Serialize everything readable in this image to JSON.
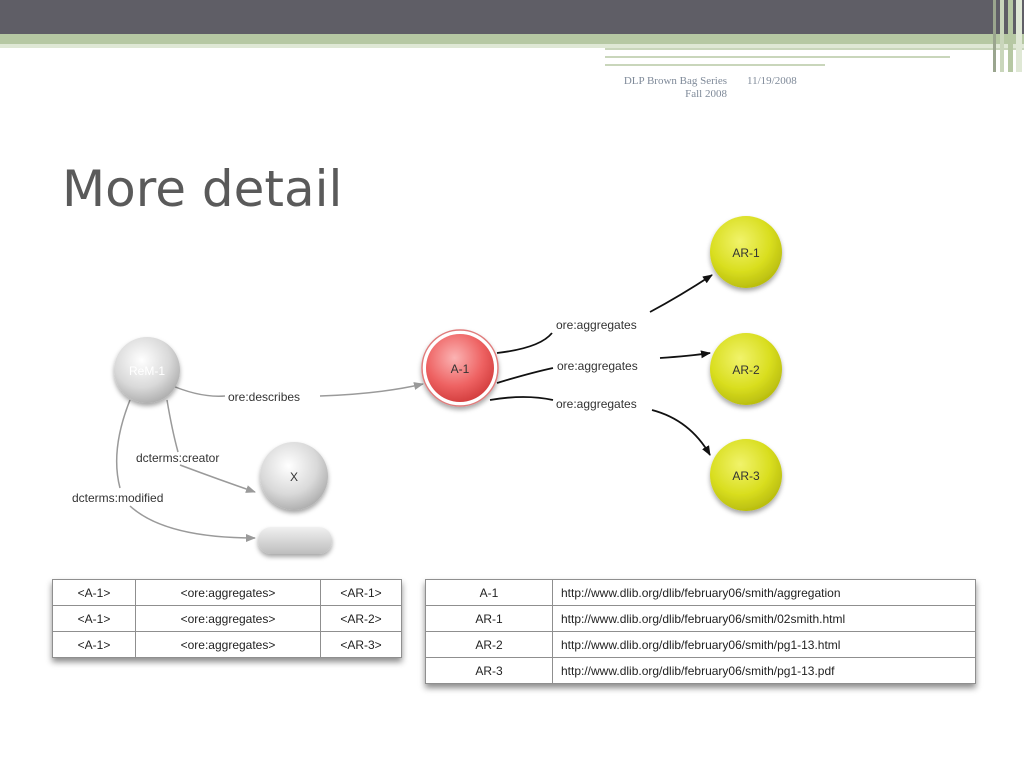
{
  "header": {
    "series": [
      "DLP Brown Bag Series",
      "Fall 2008"
    ],
    "date": "11/19/2008"
  },
  "title": "More detail",
  "diagram": {
    "nodes": {
      "rem": "ReM-1",
      "a1": "A-1",
      "ar1": "AR-1",
      "ar2": "AR-2",
      "ar3": "AR-3",
      "x": "X"
    },
    "edges": {
      "describes": "ore:describes",
      "creator": "dcterms:creator",
      "modified": "dcterms:modified",
      "agg1": "ore:aggregates",
      "agg2": "ore:aggregates",
      "agg3": "ore:aggregates"
    }
  },
  "triples": [
    [
      "<A-1>",
      "<ore:aggregates>",
      "<AR-1>"
    ],
    [
      "<A-1>",
      "<ore:aggregates>",
      "<AR-2>"
    ],
    [
      "<A-1>",
      "<ore:aggregates>",
      "<AR-3>"
    ]
  ],
  "mapping": [
    [
      "A-1",
      "http://www.dlib.org/dlib/february06/smith/aggregation"
    ],
    [
      "AR-1",
      "http://www.dlib.org/dlib/february06/smith/02smith.html"
    ],
    [
      "AR-2",
      "http://www.dlib.org/dlib/february06/smith/pg1-13.html"
    ],
    [
      "AR-3",
      "http://www.dlib.org/dlib/february06/smith/pg1-13.pdf"
    ]
  ],
  "colors": {
    "topbar": "#5f5e66",
    "accent_green": "#b6c8a3",
    "node_red": "#e84a4a",
    "node_yellow": "#d7dc1c",
    "node_gray": "#c8c8c8"
  }
}
